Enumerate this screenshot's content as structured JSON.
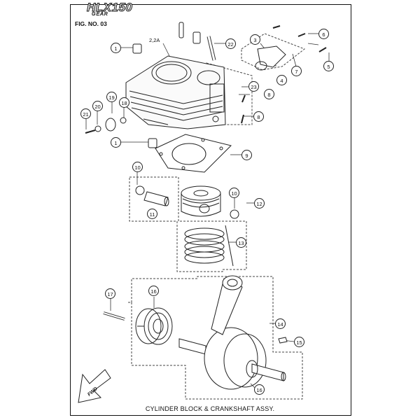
{
  "header": {
    "brand_name": "HLX150",
    "brand_sub": "GEAR",
    "figure_number": "FIG. NO. 03"
  },
  "caption": "CYLINDER BLOCK & CRANKSHAFT ASSY.",
  "direction_marker": "FWD",
  "sub_label": "2,2A",
  "callouts": [
    "1",
    "1",
    "3",
    "4",
    "5",
    "6",
    "7",
    "8",
    "8",
    "8",
    "9",
    "10",
    "10",
    "11",
    "12",
    "13",
    "14",
    "15",
    "16",
    "16",
    "17",
    "18",
    "19",
    "20",
    "21",
    "22",
    "23"
  ]
}
